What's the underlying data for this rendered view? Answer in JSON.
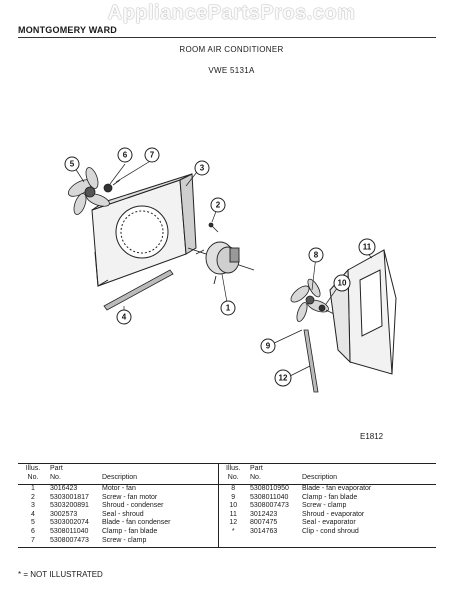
{
  "header": {
    "brand": "MONTGOMERY WARD",
    "title": "ROOM AIR CONDITIONER",
    "model": "VWE 5131A",
    "watermark": "AppliancePartsPros.com"
  },
  "diagram": {
    "code": "E1812",
    "callouts": [
      "5",
      "6",
      "7",
      "3",
      "2",
      "8",
      "11",
      "10",
      "1",
      "4",
      "9",
      "12"
    ]
  },
  "table": {
    "headers": {
      "illus_top": "Illus.",
      "illus_bottom": "No.",
      "part_top": "Part",
      "part_bottom": "No.",
      "description": "Description"
    },
    "left_rows": [
      {
        "no": "1",
        "part": "3016423",
        "desc": "Motor - fan"
      },
      {
        "no": "2",
        "part": "5303001817",
        "desc": "Screw - fan motor"
      },
      {
        "no": "3",
        "part": "5303200891",
        "desc": "Shroud - condenser"
      },
      {
        "no": "4",
        "part": "3002573",
        "desc": "Seal - shroud"
      },
      {
        "no": "5",
        "part": "5303002074",
        "desc": "Blade - fan condenser"
      },
      {
        "no": "6",
        "part": "5308011040",
        "desc": "Clamp - fan blade"
      },
      {
        "no": "7",
        "part": "5308007473",
        "desc": "Screw - clamp"
      }
    ],
    "right_rows": [
      {
        "no": "8",
        "part": "5308010950",
        "desc": "Blade - fan evaporator"
      },
      {
        "no": "9",
        "part": "5308011040",
        "desc": "Clamp - fan blade"
      },
      {
        "no": "10",
        "part": "5308007473",
        "desc": "Screw - clamp"
      },
      {
        "no": "11",
        "part": "3012423",
        "desc": "Shroud - evaporator"
      },
      {
        "no": "12",
        "part": "8007475",
        "desc": "Seal - evaporator"
      },
      {
        "no": "*",
        "part": "3014763",
        "desc": "Clip - cond shroud"
      },
      {
        "no": "",
        "part": "",
        "desc": ""
      }
    ]
  },
  "footnote": "* = NOT ILLUSTRATED"
}
